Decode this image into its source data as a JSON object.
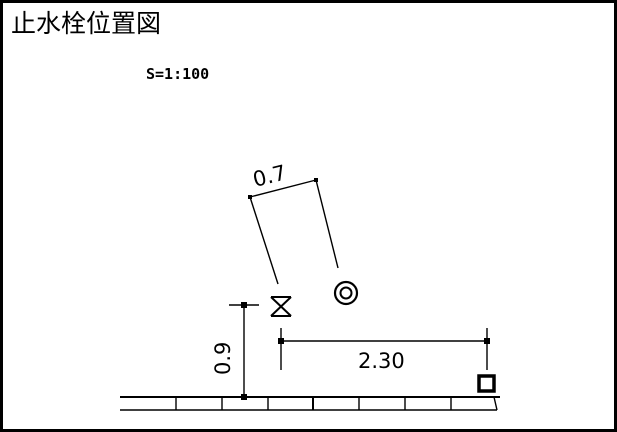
{
  "title": "止水栓位置図",
  "scale": "S=1:100",
  "dimensions": {
    "offset_width": "0.7",
    "vertical": "0.9",
    "horizontal": "2.30"
  },
  "symbols": [
    "stop-valve-icon",
    "meter-box-icon",
    "double-circle-icon"
  ],
  "colors": {
    "line": "#000000",
    "background": "#ffffff"
  }
}
